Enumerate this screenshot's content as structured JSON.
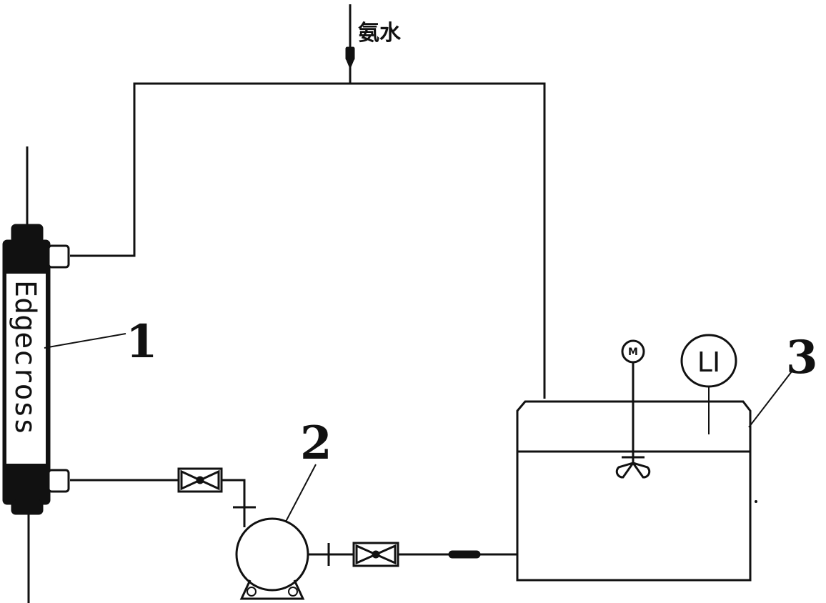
{
  "inlet": {
    "label": "氨水"
  },
  "module": {
    "text": "Edgecross",
    "number": "1"
  },
  "pump": {
    "number": "2"
  },
  "tank": {
    "number": "3",
    "level_indicator": "LI",
    "motor": "M"
  },
  "colors": {
    "stroke": "#111111",
    "background": "#ffffff"
  }
}
